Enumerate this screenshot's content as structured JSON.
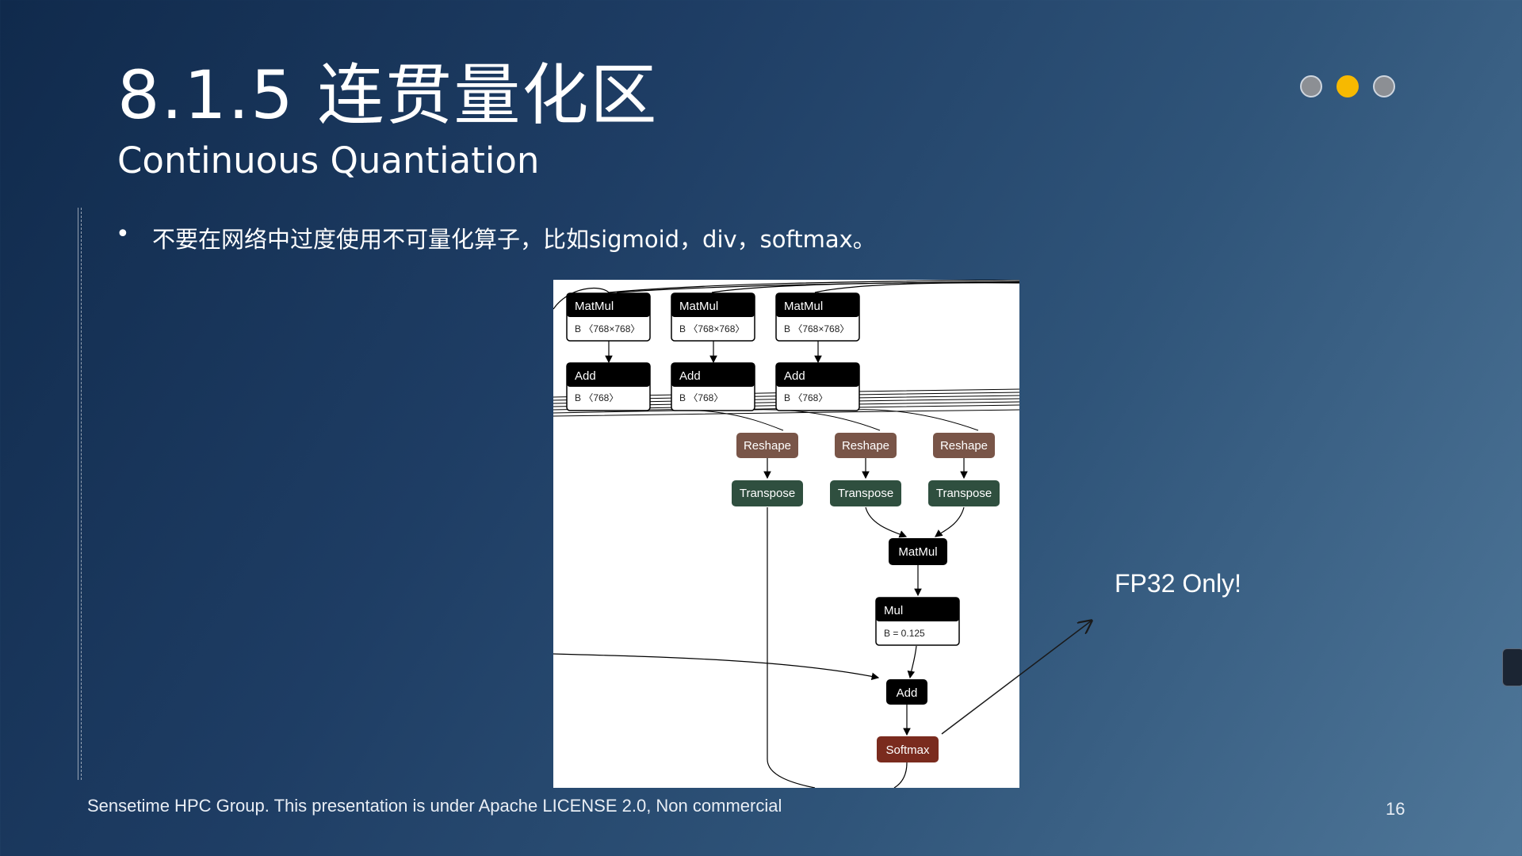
{
  "slide": {
    "title": "8.1.5 连贯量化区",
    "subtitle": "Continuous Quantiation",
    "bullet_symbol": "•",
    "bullet_text": "不要在网络中过度使用不可量化算子，比如sigmoid，div，softmax。",
    "annotation": "FP32 Only!",
    "footer": "Sensetime HPC Group. This presentation is under Apache LICENSE 2.0, Non commercial",
    "page_number": "16",
    "nav_dots": [
      {
        "state": "inactive"
      },
      {
        "state": "active"
      },
      {
        "state": "inactive"
      }
    ]
  },
  "colors": {
    "accent_dot": "#f7b900",
    "reshape": "#795548",
    "transpose": "#2f4f3f",
    "softmax": "#7a2b1e",
    "op": "#000000"
  },
  "graph": {
    "nodes": {
      "matmul_1": {
        "label": "MatMul",
        "param": "B 〈768×768〉"
      },
      "matmul_2": {
        "label": "MatMul",
        "param": "B 〈768×768〉"
      },
      "matmul_3": {
        "label": "MatMul",
        "param": "B 〈768×768〉"
      },
      "add_1": {
        "label": "Add",
        "param": "B 〈768〉"
      },
      "add_2": {
        "label": "Add",
        "param": "B 〈768〉"
      },
      "add_3": {
        "label": "Add",
        "param": "B 〈768〉"
      },
      "reshape_1": {
        "label": "Reshape"
      },
      "reshape_2": {
        "label": "Reshape"
      },
      "reshape_3": {
        "label": "Reshape"
      },
      "transpose_1": {
        "label": "Transpose"
      },
      "transpose_2": {
        "label": "Transpose"
      },
      "transpose_3": {
        "label": "Transpose"
      },
      "matmul_4": {
        "label": "MatMul"
      },
      "mul": {
        "label": "Mul",
        "param": "B = 0.125"
      },
      "add_4": {
        "label": "Add"
      },
      "softmax": {
        "label": "Softmax"
      }
    }
  }
}
